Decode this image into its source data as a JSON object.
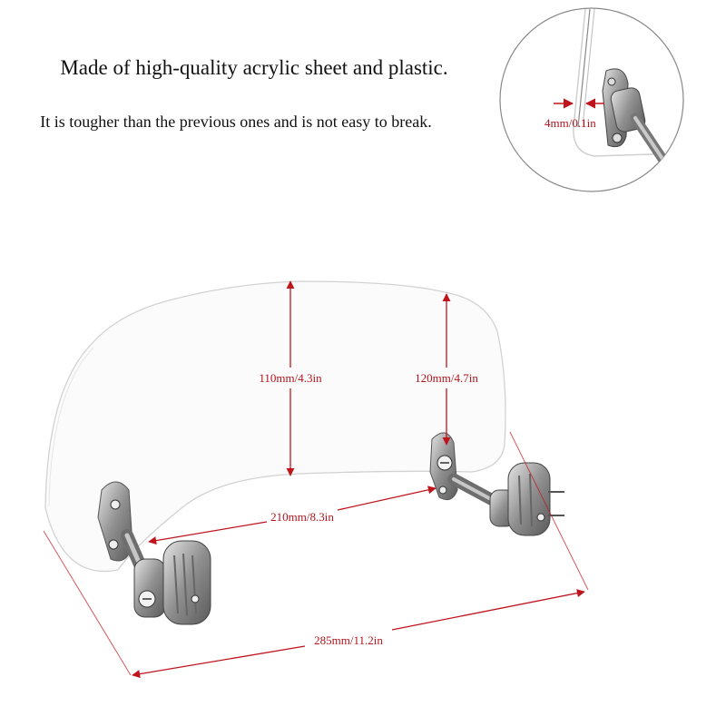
{
  "text": {
    "headline": "Made of high-quality acrylic sheet and plastic.",
    "subline": "It is tougher than the previous ones and is not easy to break."
  },
  "dimensions": {
    "thickness": "4mm/0.1in",
    "height_center": "110mm/4.3in",
    "height_side": "120mm/4.7in",
    "mount_spacing": "210mm/8.3in",
    "overall_width": "285mm/11.2in"
  },
  "colors": {
    "dimension": "#c0141c",
    "outline": "#cfcfcf",
    "metal": "#9a9a9a"
  }
}
